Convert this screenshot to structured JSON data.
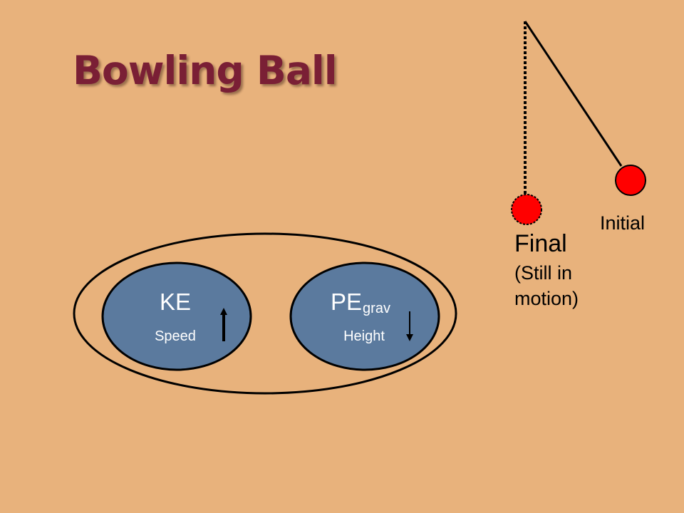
{
  "slide": {
    "title": "Bowling Ball",
    "colors": {
      "background": "#e8b27c",
      "title": "#7a1f35",
      "ball": "#ff0000",
      "energy_ellipse_fill": "#5b7a9e",
      "line": "#000000",
      "text": "#000000",
      "label_text": "#ffffff"
    }
  },
  "pendulum": {
    "initial_label": "Initial",
    "final_label": "Final",
    "final_note_line1": "(Still in",
    "final_note_line2": "motion)"
  },
  "energy": {
    "kinetic": {
      "label": "KE",
      "sublabel": "Speed",
      "arrow": "up-arrow-icon"
    },
    "potential": {
      "label": "PE",
      "label_subscript": "grav",
      "sublabel": "Height",
      "arrow": "down-arrow-icon"
    }
  }
}
